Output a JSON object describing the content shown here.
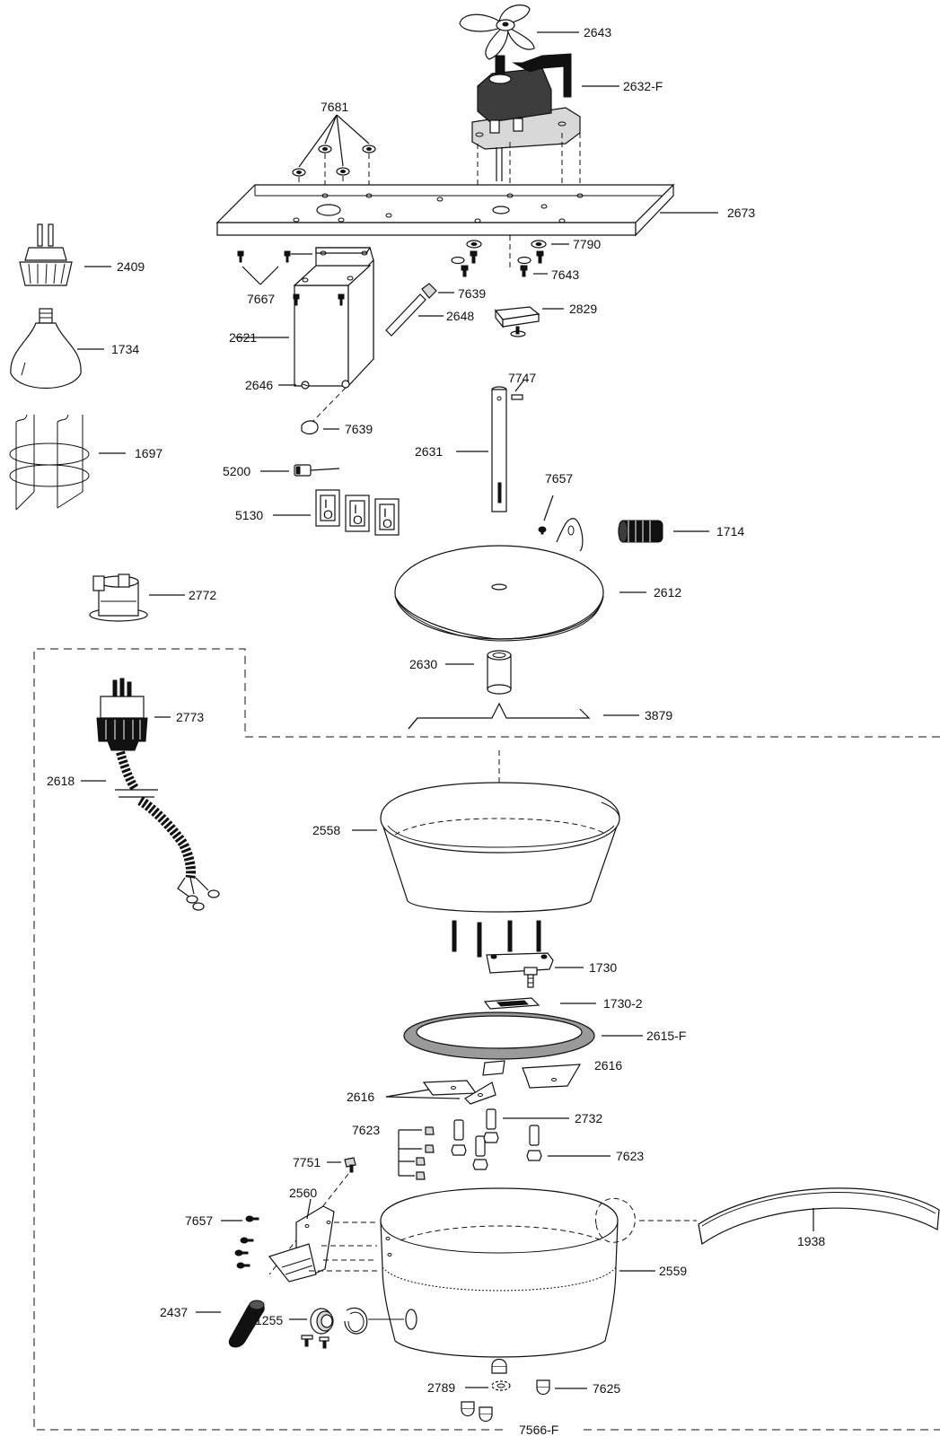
{
  "diagram": {
    "labels": {
      "p2643": "2643",
      "p2632F": "2632-F",
      "p7681": "7681",
      "p2673": "2673",
      "p2409": "2409",
      "p7790": "7790",
      "p7643": "7643",
      "p7667": "7667",
      "p7639a": "7639",
      "p2648": "2648",
      "p2829": "2829",
      "p1734": "1734",
      "p2621": "2621",
      "p2646": "2646",
      "p7639b": "7639",
      "p7747": "7747",
      "p1697": "1697",
      "p2631": "2631",
      "p5200": "5200",
      "p7657a": "7657",
      "p5130": "5130",
      "p1714": "1714",
      "p2772": "2772",
      "p2612": "2612",
      "p2630": "2630",
      "p2773": "2773",
      "p3879": "3879",
      "p2618": "2618",
      "p2558": "2558",
      "p1730": "1730",
      "p1730_2": "1730-2",
      "p2615F": "2615-F",
      "p2616a": "2616",
      "p2616b": "2616",
      "p2732": "2732",
      "p7623a": "7623",
      "p7623b": "7623",
      "p7751": "7751",
      "p2560": "2560",
      "p7657b": "7657",
      "p1938": "1938",
      "p2559": "2559",
      "p2437": "2437",
      "p1255": "1255",
      "p2789": "2789",
      "p7625": "7625",
      "p7566F": "7566-F"
    },
    "switch_marks": [
      "I",
      "O"
    ]
  }
}
